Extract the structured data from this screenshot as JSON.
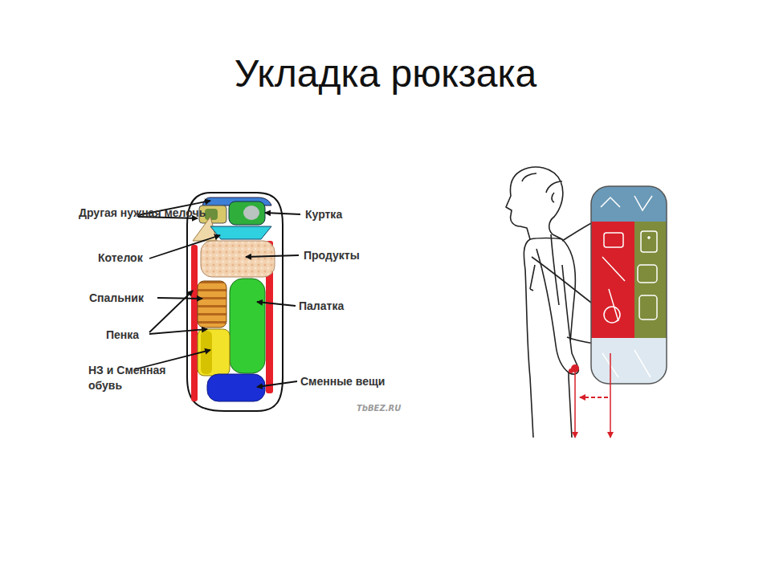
{
  "diagram": {
    "title": "Укладка рюкзака",
    "labels": [
      "Другая нужная мелочь",
      "Котелок",
      "Спальник",
      "Пенка",
      "НЗ и Сменная обувь",
      "Куртка",
      "Продукты",
      "Палатка",
      "Сменные вещи",
      "TbBEZ.RU"
    ]
  }
}
